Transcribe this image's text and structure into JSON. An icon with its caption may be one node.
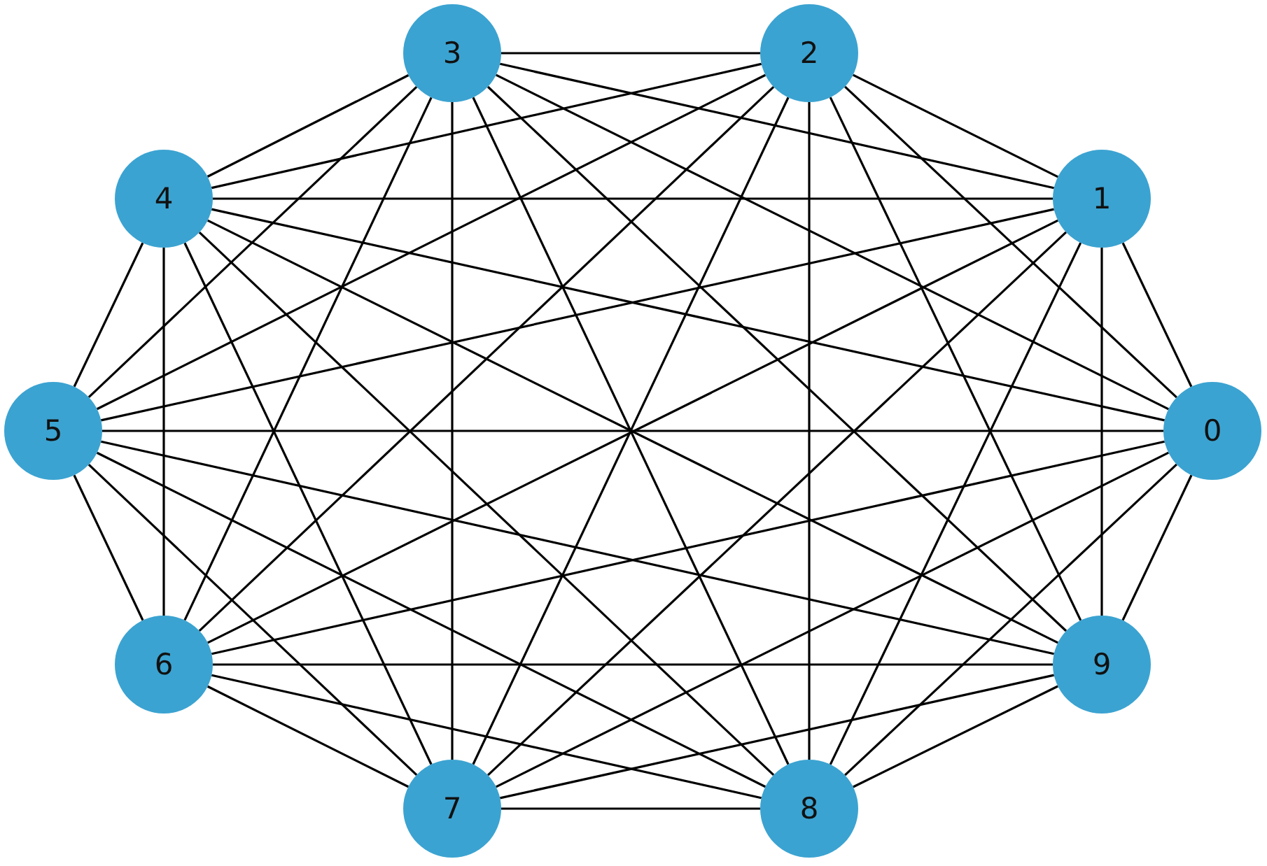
{
  "diagram": {
    "nodes": [
      {
        "text": [
          "0"
        ]
      },
      {
        "text": [
          "1"
        ]
      },
      {
        "text": [
          "2"
        ]
      },
      {
        "text": [
          "3"
        ]
      },
      {
        "text": [
          "4"
        ]
      },
      {
        "text": [
          "5"
        ]
      },
      {
        "text": [
          "6"
        ]
      },
      {
        "text": [
          "7"
        ]
      },
      {
        "text": [
          "8"
        ]
      },
      {
        "text": [
          "9"
        ]
      }
    ],
    "edges": [
      {
        "from": 0,
        "to": 1,
        "arrow": "none"
      },
      {
        "from": 0,
        "to": 2,
        "arrow": "none"
      },
      {
        "from": 0,
        "to": 3,
        "arrow": "none"
      },
      {
        "from": 0,
        "to": 4,
        "arrow": "none"
      },
      {
        "from": 0,
        "to": 5,
        "arrow": "none"
      },
      {
        "from": 0,
        "to": 6,
        "arrow": "none"
      },
      {
        "from": 0,
        "to": 7,
        "arrow": "none"
      },
      {
        "from": 0,
        "to": 8,
        "arrow": "none"
      },
      {
        "from": 0,
        "to": 9,
        "arrow": "none"
      },
      {
        "from": 1,
        "to": 2,
        "arrow": "none"
      },
      {
        "from": 1,
        "to": 3,
        "arrow": "none"
      },
      {
        "from": 1,
        "to": 4,
        "arrow": "none"
      },
      {
        "from": 1,
        "to": 5,
        "arrow": "none"
      },
      {
        "from": 1,
        "to": 6,
        "arrow": "none"
      },
      {
        "from": 1,
        "to": 7,
        "arrow": "none"
      },
      {
        "from": 1,
        "to": 8,
        "arrow": "none"
      },
      {
        "from": 1,
        "to": 9,
        "arrow": "none"
      },
      {
        "from": 2,
        "to": 3,
        "arrow": "none"
      },
      {
        "from": 2,
        "to": 4,
        "arrow": "none"
      },
      {
        "from": 2,
        "to": 5,
        "arrow": "none"
      },
      {
        "from": 2,
        "to": 6,
        "arrow": "none"
      },
      {
        "from": 2,
        "to": 7,
        "arrow": "none"
      },
      {
        "from": 2,
        "to": 8,
        "arrow": "none"
      },
      {
        "from": 2,
        "to": 9,
        "arrow": "none"
      },
      {
        "from": 3,
        "to": 4,
        "arrow": "none"
      },
      {
        "from": 3,
        "to": 5,
        "arrow": "none"
      },
      {
        "from": 3,
        "to": 6,
        "arrow": "none"
      },
      {
        "from": 3,
        "to": 7,
        "arrow": "none"
      },
      {
        "from": 3,
        "to": 8,
        "arrow": "none"
      },
      {
        "from": 3,
        "to": 9,
        "arrow": "none"
      },
      {
        "from": 4,
        "to": 5,
        "arrow": "none"
      },
      {
        "from": 4,
        "to": 6,
        "arrow": "none"
      },
      {
        "from": 4,
        "to": 7,
        "arrow": "none"
      },
      {
        "from": 4,
        "to": 8,
        "arrow": "none"
      },
      {
        "from": 4,
        "to": 9,
        "arrow": "none"
      },
      {
        "from": 5,
        "to": 6,
        "arrow": "none"
      },
      {
        "from": 5,
        "to": 7,
        "arrow": "none"
      },
      {
        "from": 5,
        "to": 8,
        "arrow": "none"
      },
      {
        "from": 5,
        "to": 9,
        "arrow": "none"
      },
      {
        "from": 6,
        "to": 7,
        "arrow": "none"
      },
      {
        "from": 6,
        "to": 8,
        "arrow": "none"
      },
      {
        "from": 6,
        "to": 9,
        "arrow": "none"
      },
      {
        "from": 7,
        "to": 8,
        "arrow": "none"
      },
      {
        "from": 7,
        "to": 9,
        "arrow": "none"
      },
      {
        "from": 8,
        "to": 9,
        "arrow": "none"
      }
    ]
  }
}
